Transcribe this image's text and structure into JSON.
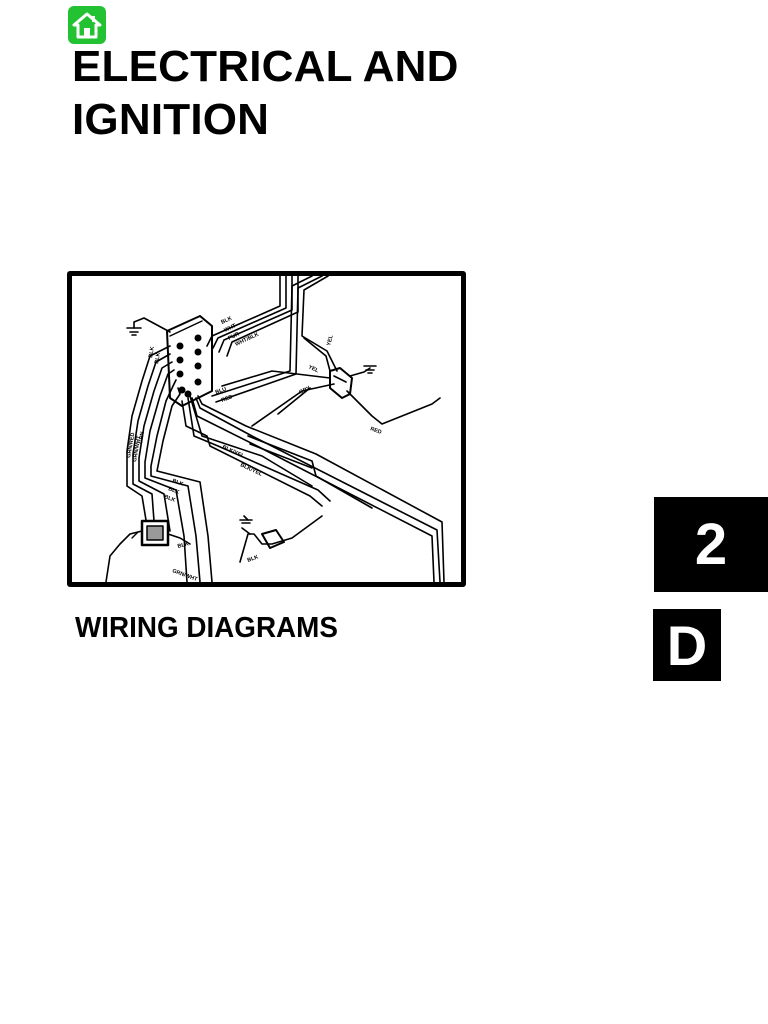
{
  "home": {
    "icon": "home-icon"
  },
  "header": {
    "title_line_1": "ELECTRICAL AND",
    "title_line_2": "IGNITION"
  },
  "section": {
    "subtitle": "WIRING DIAGRAMS"
  },
  "chapter_tab": {
    "number": "2",
    "letter": "D"
  },
  "diagram": {
    "wire_labels": {
      "blk": "BLK",
      "wht": "WHT",
      "pur": "PUR",
      "wht_blk": "WHT/BLK",
      "yel": "YEL",
      "gry": "GRY",
      "red": "RED",
      "blk_yel": "BLK/YEL",
      "grn_red": "GRN/RED",
      "grn_wht": "GRN/WHT",
      "grn": "GRN",
      "grn_wht_2": "GRN/WHT",
      "blu": "BLU"
    }
  },
  "colors": {
    "home_green": "#22c232",
    "tab_black": "#000000",
    "page_bg": "#ffffff"
  }
}
